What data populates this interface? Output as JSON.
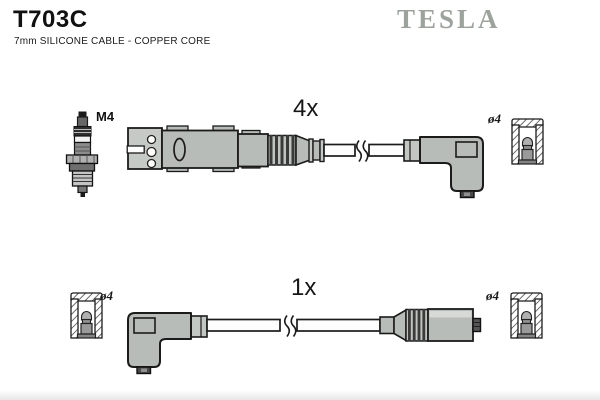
{
  "header": {
    "part_number": "T703C",
    "description": "7mm SILICONE CABLE - COPPER CORE",
    "brand_logo": "TESLA"
  },
  "labels": {
    "plug_thread": "M4",
    "top_cable_quantity": "4x",
    "bottom_cable_quantity": "1x",
    "top_terminal_diameter": "ø4",
    "bottom_left_terminal_diameter": "ø4",
    "bottom_right_terminal_diameter": "ø4"
  },
  "icons": {
    "spark_plug": "spark-plug-icon",
    "terminal_cup": "terminal-cross-section-icon",
    "cable_break": "cable-break-icon"
  },
  "colors": {
    "connector_fill": "#b8bcb8",
    "connector_light": "#c6cac6",
    "connector_highlight": "#d6d9d6",
    "outline": "#1b1b1b",
    "logo_gray": "#9ca39c"
  }
}
